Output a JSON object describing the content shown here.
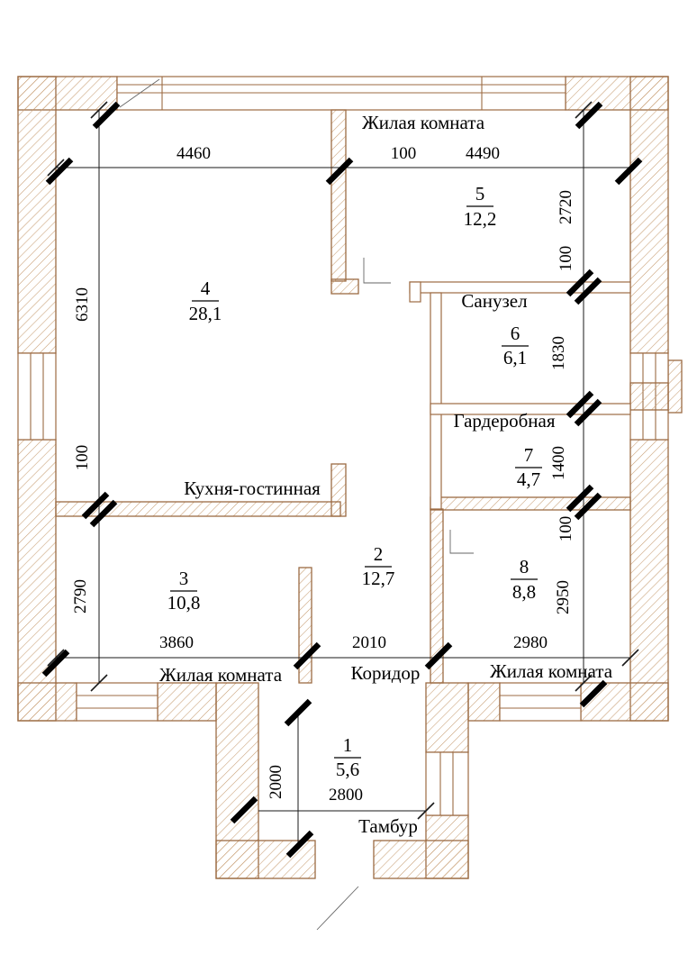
{
  "plan": {
    "rooms": [
      {
        "id": "1",
        "area": "5,6",
        "label": "Тамбур"
      },
      {
        "id": "2",
        "area": "12,7",
        "label": "Коридор"
      },
      {
        "id": "3",
        "area": "10,8",
        "label": "Жилая комната"
      },
      {
        "id": "4",
        "area": "28,1",
        "label": "Кухня-гостинная"
      },
      {
        "id": "5",
        "area": "12,2",
        "label": "Жилая комната"
      },
      {
        "id": "6",
        "area": "6,1",
        "label": "Санузел"
      },
      {
        "id": "7",
        "area": "4,7",
        "label": "Гардеробная"
      },
      {
        "id": "8",
        "area": "8,8",
        "label": "Жилая комната"
      }
    ],
    "dims": {
      "top": [
        "4460",
        "100",
        "4490"
      ],
      "left": [
        "6310",
        "100",
        "2790"
      ],
      "right": [
        "2720",
        "100",
        "1830",
        "1400",
        "100",
        "2950"
      ],
      "bottom": [
        "3860",
        "2010",
        "2980"
      ],
      "tambur_v": "2000",
      "tambur_h": "2800"
    },
    "colors": {
      "wall_line": "#9c6b43",
      "hatch": "#c79d72",
      "ink": "#000000"
    }
  }
}
